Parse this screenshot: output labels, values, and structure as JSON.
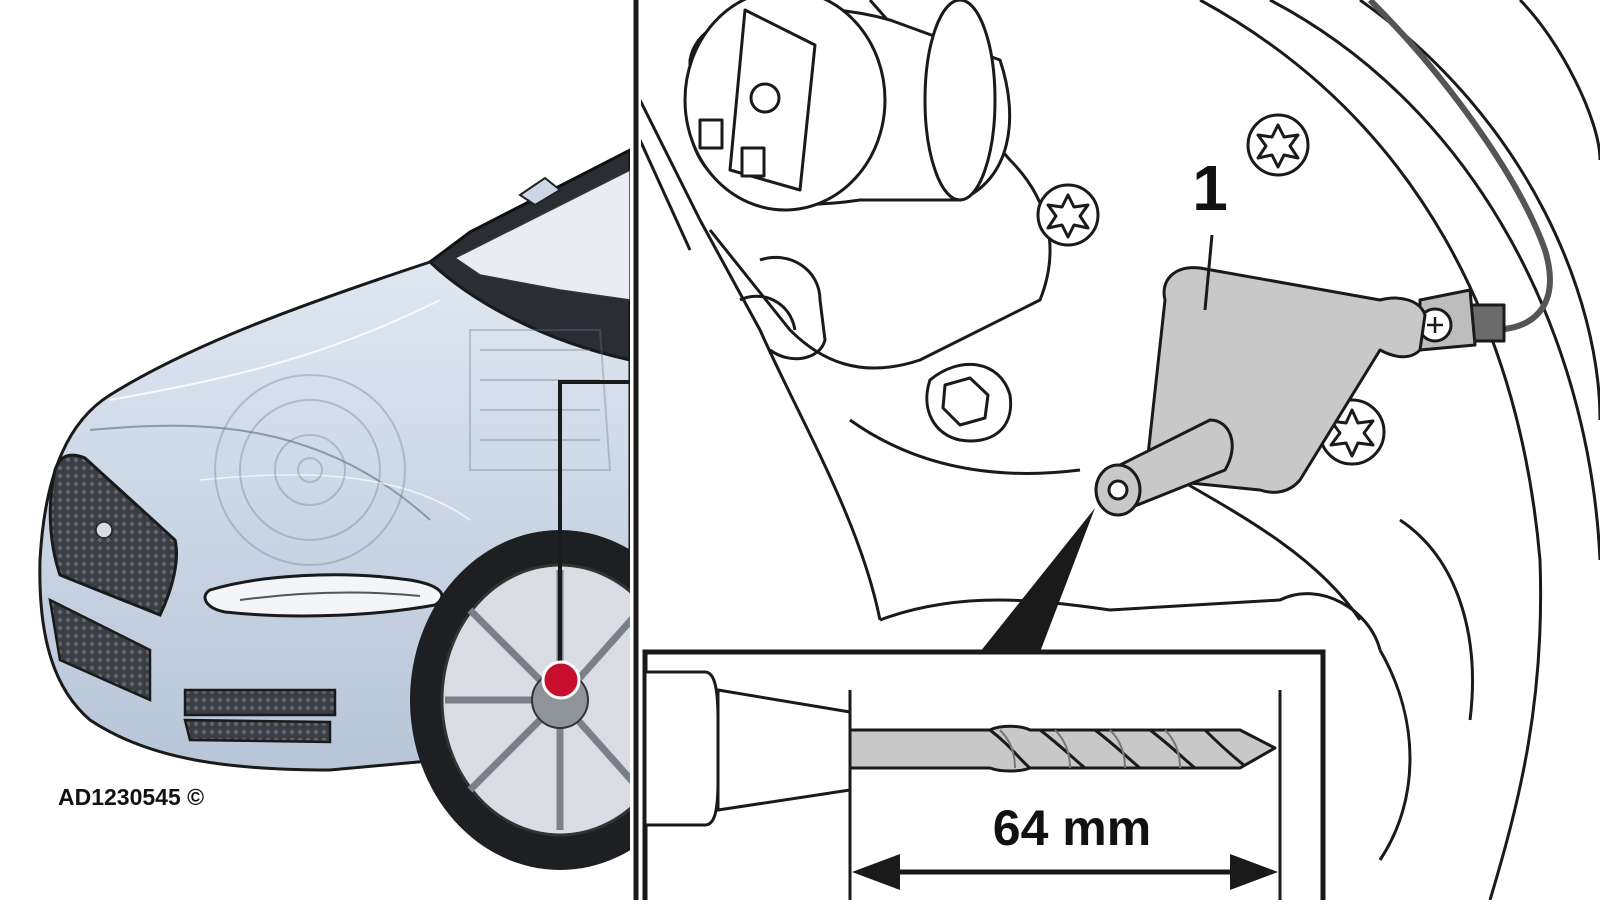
{
  "figure": {
    "reference_code": "AD1230545 ©",
    "callout_number": "1",
    "dimension_label": "64 mm"
  },
  "colors": {
    "car_body": "#cbd7e6",
    "car_body_shade": "#aebdd1",
    "tool_fill": "#c8c8c8",
    "location_marker": "#c8102e",
    "line": "#1a1a1a",
    "background": "#ffffff"
  },
  "icons": {
    "location_marker": "red-dot-marker",
    "fastener": "torx-screw-head",
    "dimension": "double-arrow"
  }
}
